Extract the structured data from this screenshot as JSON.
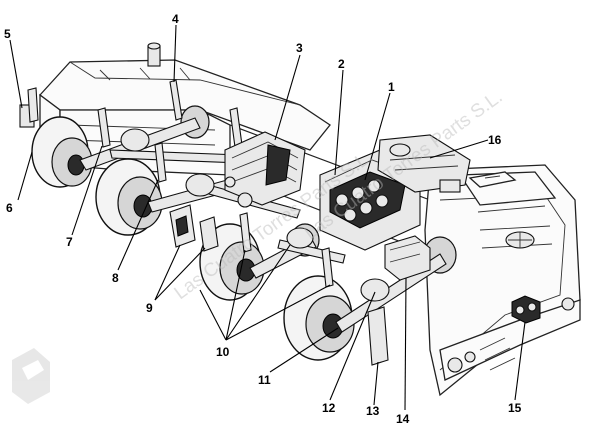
{
  "diagram": {
    "callouts": [
      {
        "id": "c1",
        "label": "1"
      },
      {
        "id": "c2",
        "label": "2"
      },
      {
        "id": "c3",
        "label": "3"
      },
      {
        "id": "c4",
        "label": "4"
      },
      {
        "id": "c5",
        "label": "5"
      },
      {
        "id": "c6",
        "label": "6"
      },
      {
        "id": "c7",
        "label": "7"
      },
      {
        "id": "c8",
        "label": "8"
      },
      {
        "id": "c9",
        "label": "9"
      },
      {
        "id": "c10",
        "label": "10"
      },
      {
        "id": "c11",
        "label": "11"
      },
      {
        "id": "c12",
        "label": "12"
      },
      {
        "id": "c13",
        "label": "13"
      },
      {
        "id": "c14",
        "label": "14"
      },
      {
        "id": "c15",
        "label": "15"
      },
      {
        "id": "c16",
        "label": "16"
      }
    ],
    "watermark": "Las Cuatro Torres Parts S.L.",
    "colors": {
      "line": "#222222",
      "background": "#ffffff",
      "watermark": "#b9b9b9"
    }
  }
}
